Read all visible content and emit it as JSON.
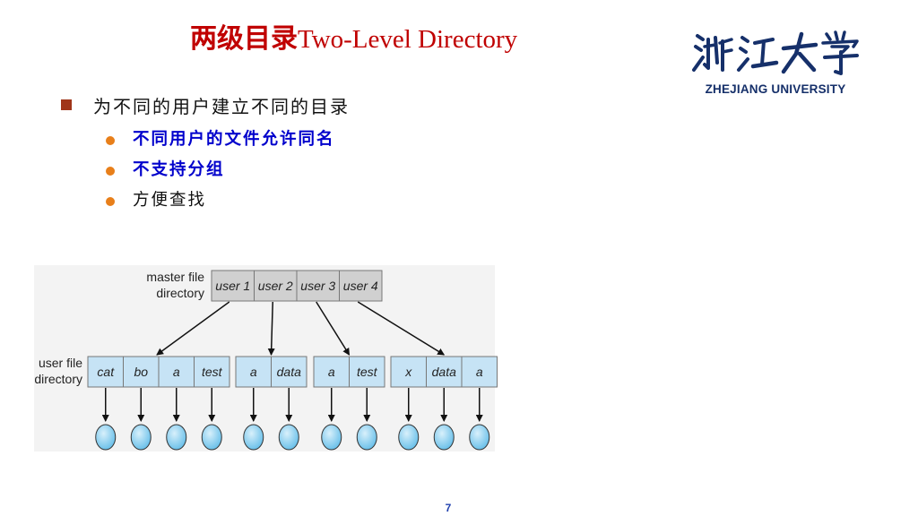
{
  "title": {
    "cn": "两级目录",
    "en": "Two-Level Directory"
  },
  "logo": {
    "text": "ZHEJIANG UNIVERSITY",
    "image_text": "浙江大学",
    "color": "#16306a"
  },
  "bullets": {
    "main": "为不同的用户建立不同的目录",
    "sub": [
      {
        "text": "不同用户的文件允许同名",
        "color": "#0000cc"
      },
      {
        "text": "不支持分组",
        "color": "#0000cc"
      },
      {
        "text": "方便查找",
        "color": "#111111"
      }
    ]
  },
  "diagram": {
    "master_label": "master file\ndirectory",
    "user_label": "user file\ndirectory",
    "master_cells": [
      "user 1",
      "user 2",
      "user 3",
      "user 4"
    ],
    "user_groups": [
      [
        "cat",
        "bo",
        "a",
        "test"
      ],
      [
        "a",
        "data"
      ],
      [
        "a",
        "test"
      ],
      [
        "x",
        "data",
        "a"
      ]
    ],
    "cell_fill": "#c6e3f5",
    "master_fill": "#d0d0d0",
    "file_fill": "#8fd0f0"
  },
  "page_number": "7"
}
